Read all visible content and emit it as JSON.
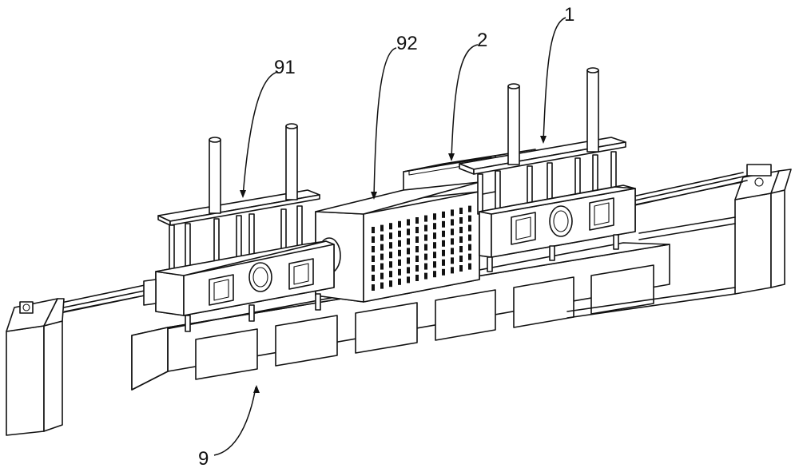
{
  "labels": {
    "ref_1": "1",
    "ref_2": "2",
    "ref_9": "9",
    "ref_91": "91",
    "ref_92": "92"
  },
  "colors": {
    "line": "#111111",
    "background": "#ffffff"
  }
}
